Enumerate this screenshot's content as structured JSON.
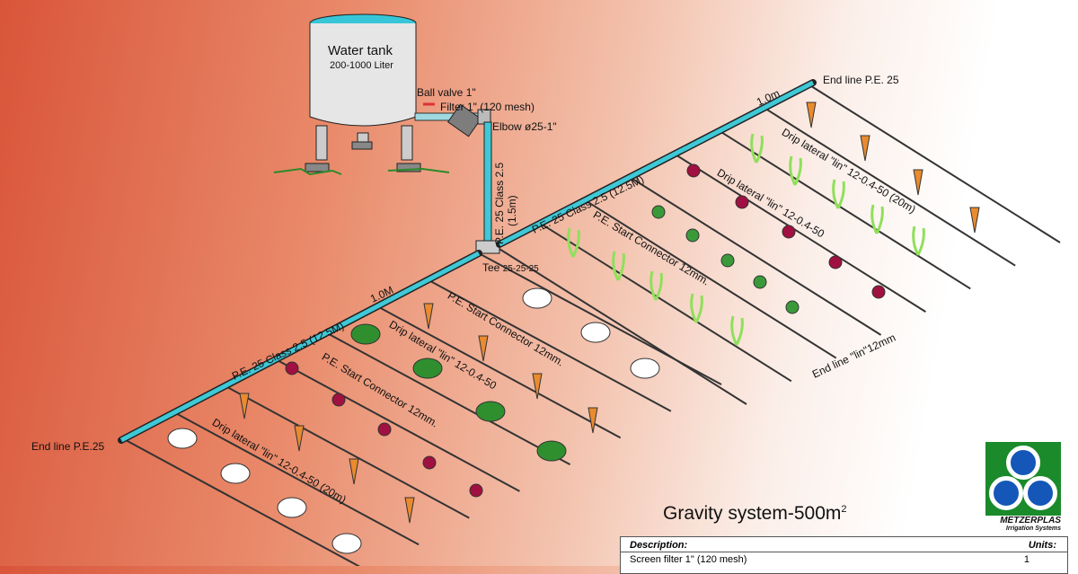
{
  "labels": {
    "tank_title": "Water tank",
    "tank_capacity": "200-1000 Liter",
    "ball_valve": "Ball valve 1\"",
    "filter": "Filter 1\" (120 mesh)",
    "elbow": "Elbow ø25-1\"",
    "riser_a": "P.E. 25  Class 2.5",
    "riser_b": "(1.5m)",
    "tee": "Tee",
    "tee_size": "25-25-25",
    "end_line_right": "End line P.E. 25",
    "end_line_left": "End line P.E.25",
    "spacing_right": "1.0m",
    "spacing_left": "1.0M",
    "main_right": "P.E. 25  Class 2.5 (12.5M)",
    "main_left": "P.E. 25 Class 2.5 (12.5M)",
    "start_connector_right": "P.E. Start Connector 12mm.",
    "start_connector_left_a": "P.E. Start Connector 12mm.",
    "start_connector_left_b": "P.E. Start Connector 12mm.",
    "drip_right_a": "Drip lateral  \"lin\" 12-0.4-50  (20m)",
    "drip_right_b": "Drip lateral  \"lin\" 12-0.4-50",
    "drip_left_a": "Drip lateral  \"lin\"  12-0.4-50",
    "drip_left_b": "Drip lateral  \"lin\"  12-0.4-50 (20m)",
    "end_line_lin": "End line \"lin\"12mm"
  },
  "title": {
    "text": "Gravity system-500m",
    "superscript": "2"
  },
  "logo": {
    "name": "METZERPLAS",
    "tagline": "Irrigation Systems"
  },
  "table": {
    "header_description": "Description:",
    "header_units": "Units:",
    "rows": [
      {
        "description": "Screen filter 1\" (120 mesh)",
        "units": "1"
      }
    ]
  },
  "colors": {
    "pipe": "#3fc8d6",
    "tank": "#e4e4e4",
    "background_left": "#d9553a",
    "logo_green": "#1a8a2a",
    "logo_blue": "#1457b8"
  }
}
